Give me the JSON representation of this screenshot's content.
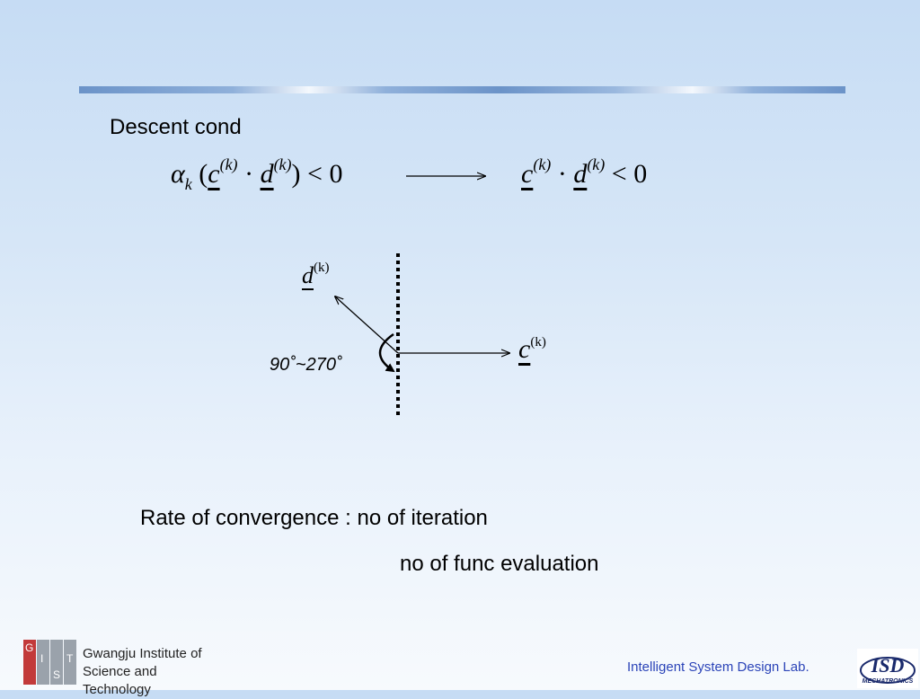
{
  "heading": "Descent cond",
  "eq1": {
    "alpha": "α",
    "alpha_sub": "k",
    "open": "(",
    "c": "c",
    "c_sup": "(k)",
    "dot": "·",
    "d": "d",
    "d_sup": "(k)",
    "close": ")",
    "rel": " < 0"
  },
  "eq2": {
    "c": "c",
    "c_sup": "(k)",
    "dot": "·",
    "d": "d",
    "d_sup": "(k)",
    "rel": " < 0"
  },
  "diagram": {
    "d_label": "d",
    "d_sup": "(k)",
    "c_label": "c",
    "c_sup": "(k)",
    "angle": "90˚~270˚"
  },
  "convergence": {
    "line1": "Rate of convergence : no of iteration",
    "line2": "no of func evaluation"
  },
  "footer": {
    "institute_line1": "Gwangju Institute of",
    "institute_line2": "Science and Technology",
    "logo_letters": [
      "G",
      "I",
      "S",
      "T"
    ],
    "lab": "Intelligent System Design Lab.",
    "isd_logo_text": "ISD",
    "isd_logo_sub": "MECHATRONICS"
  },
  "colors": {
    "accent_bar": "#6b93c8",
    "lab_text": "#2b44b8",
    "logo_red": "#c23a3a"
  }
}
